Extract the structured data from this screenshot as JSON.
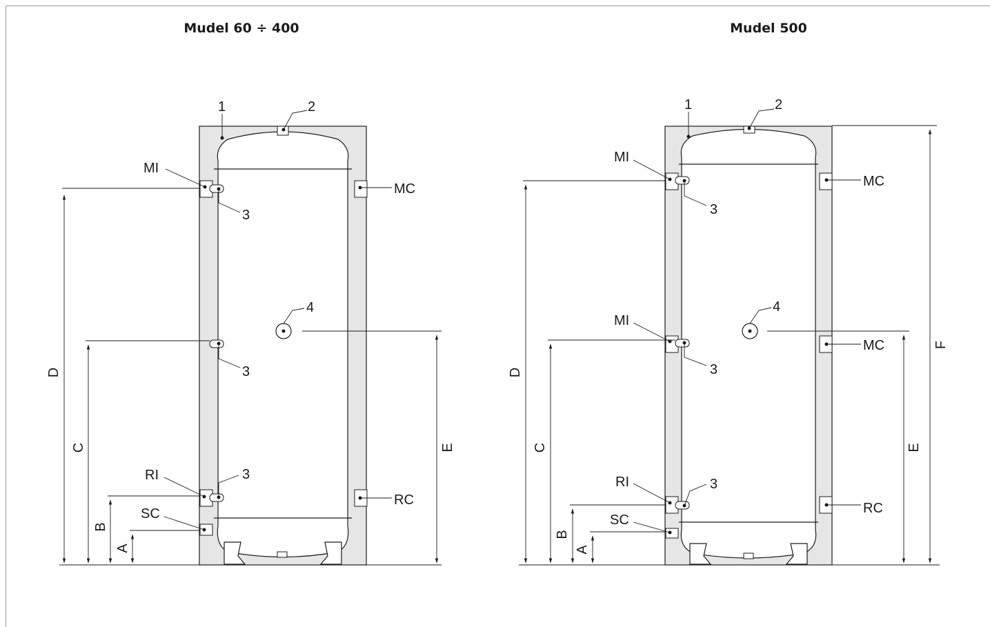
{
  "titles": {
    "left": "Mudel 60 ÷ 400",
    "right": "Mudel 500"
  },
  "labels": {
    "insulation": "1",
    "top_outlet": "2",
    "probe_well": "3",
    "side_port": "4",
    "MI": "MI",
    "MC": "MC",
    "RI": "RI",
    "RC": "RC",
    "SC": "SC",
    "A": "A",
    "B": "B",
    "C": "C",
    "D": "D",
    "E": "E",
    "F": "F"
  }
}
